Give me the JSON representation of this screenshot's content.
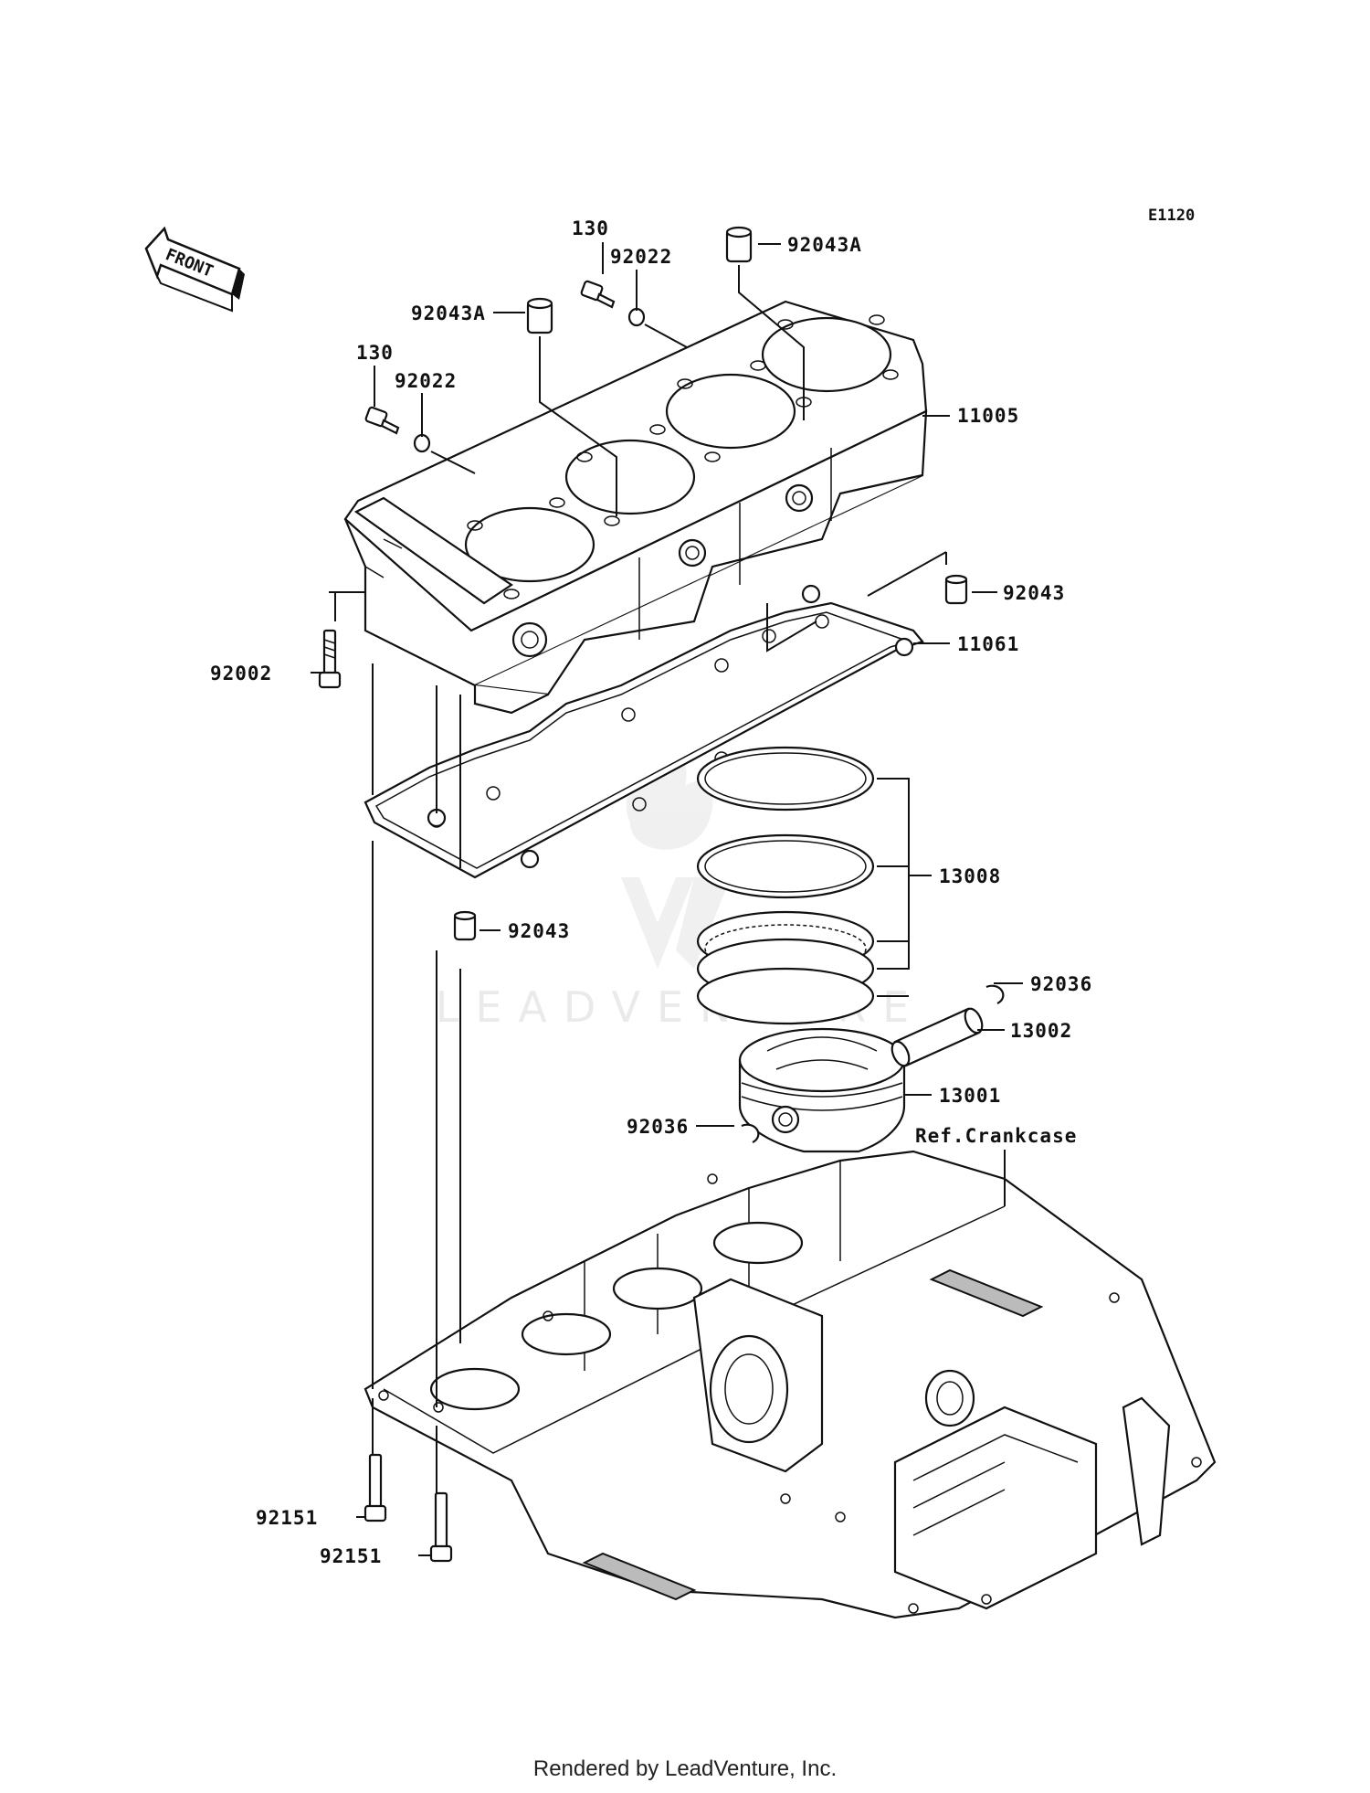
{
  "diagram_code": "E1120",
  "front_label": "FRONT",
  "callouts": {
    "c130a": "130",
    "c92022a": "92022",
    "c92043A_top": "92043A",
    "c92043A_left": "92043A",
    "c130b": "130",
    "c92022b": "92022",
    "c11005": "11005",
    "c92043_right": "92043",
    "c92002": "92002",
    "c11061": "11061",
    "c13008": "13008",
    "c92043_low": "92043",
    "c92036_right": "92036",
    "c13002": "13002",
    "c13001": "13001",
    "c92036_left": "92036",
    "ref_crankcase": "Ref.Crankcase",
    "c92151_a": "92151",
    "c92151_b": "92151"
  },
  "watermark": "LEADVENTURE",
  "footer": "Rendered by LeadVenture, Inc."
}
